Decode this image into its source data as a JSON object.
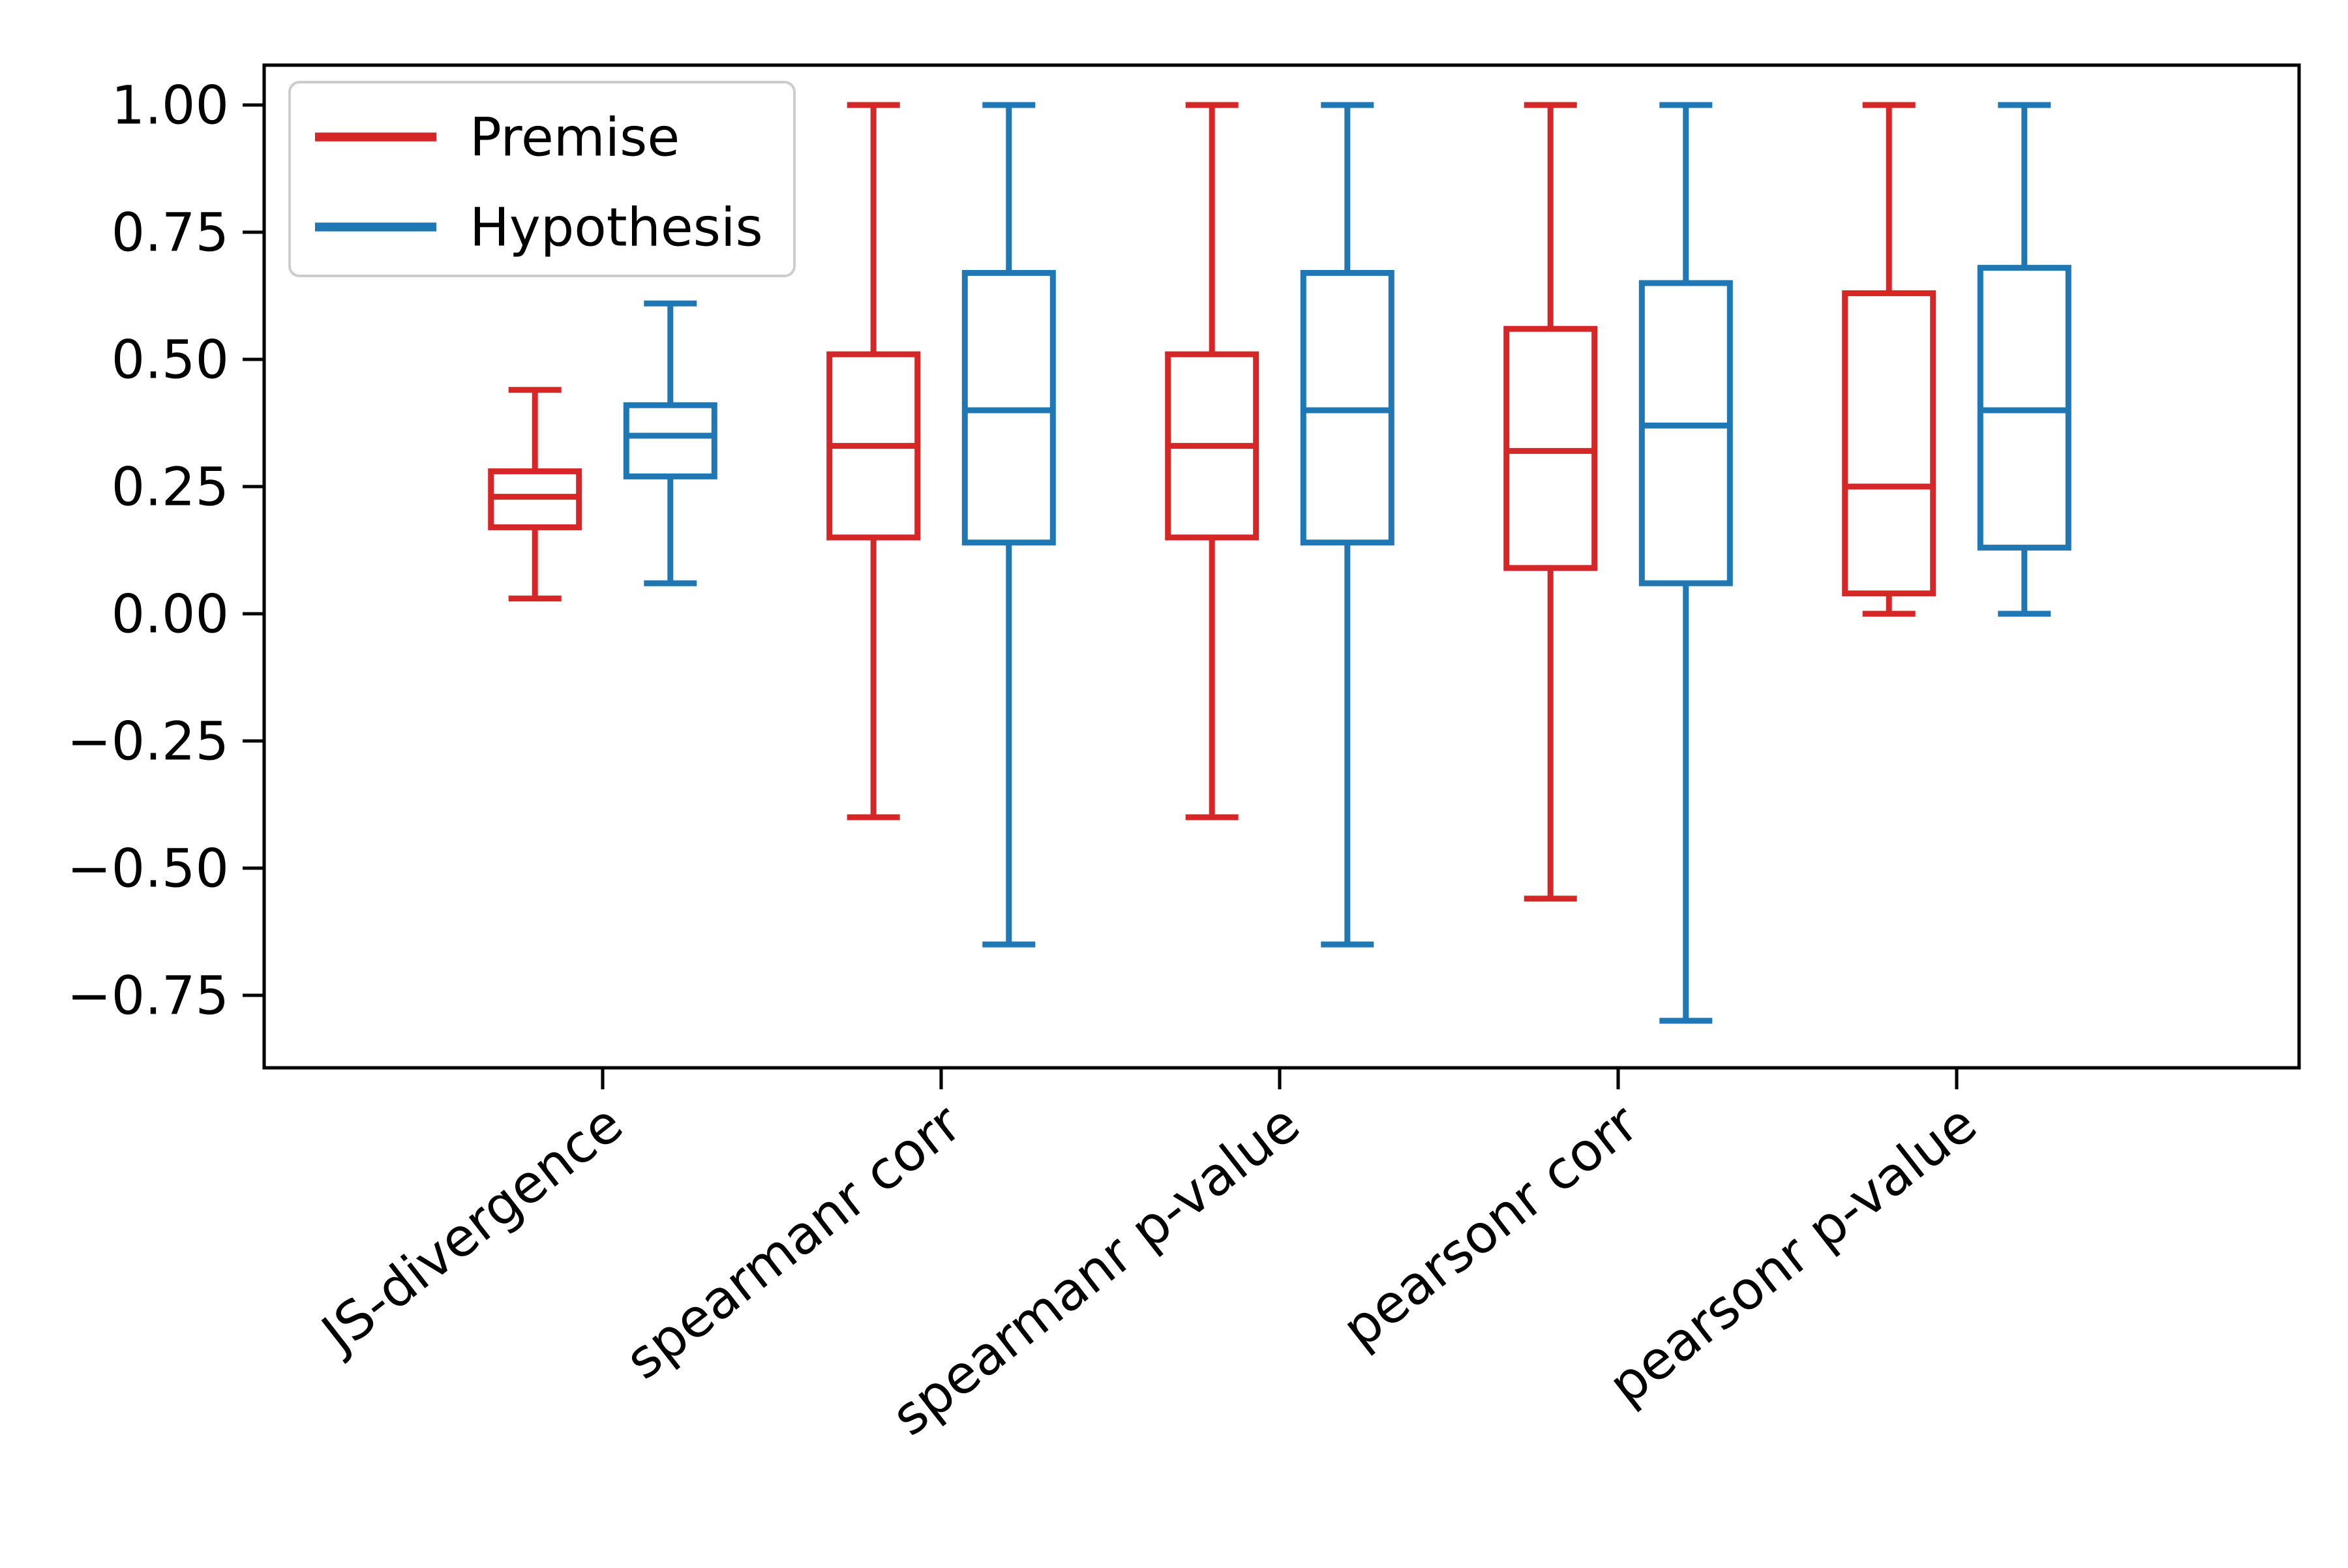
{
  "figure": {
    "background": "#ffffff",
    "axes_edge_color": "#000000"
  },
  "chart_data": {
    "type": "boxplot",
    "title": "",
    "xlabel": "",
    "ylabel": "",
    "grid": false,
    "categories": [
      "JS-divergence",
      "spearmanr corr",
      "spearmanr p-value",
      "pearsonr corr",
      "pearsonr p-value"
    ],
    "legend": {
      "position": "upper left",
      "entries": [
        {
          "label": "Premise",
          "color": "#d62728"
        },
        {
          "label": "Hypothesis",
          "color": "#1f77b4"
        }
      ]
    },
    "axes": {
      "ylim": [
        -0.89,
        1.08
      ],
      "yticks": [
        1.0,
        0.75,
        0.5,
        0.25,
        0.0,
        -0.25,
        -0.5,
        -0.75
      ],
      "ytick_labels": [
        "1.00",
        "0.75",
        "0.50",
        "0.25",
        "0.00",
        "−0.25",
        "−0.50",
        "−0.75"
      ]
    },
    "series": [
      {
        "name": "Premise",
        "color": "#d62728",
        "boxes": [
          {
            "category": "JS-divergence",
            "whislo": 0.03,
            "q1": 0.17,
            "med": 0.23,
            "q3": 0.28,
            "whishi": 0.44
          },
          {
            "category": "spearmanr corr",
            "whislo": -0.4,
            "q1": 0.15,
            "med": 0.33,
            "q3": 0.51,
            "whishi": 1.0
          },
          {
            "category": "spearmanr p-value",
            "whislo": -0.4,
            "q1": 0.15,
            "med": 0.33,
            "q3": 0.51,
            "whishi": 1.0
          },
          {
            "category": "pearsonr corr",
            "whislo": -0.56,
            "q1": 0.09,
            "med": 0.32,
            "q3": 0.56,
            "whishi": 1.0
          },
          {
            "category": "pearsonr p-value",
            "whislo": 0.0,
            "q1": 0.04,
            "med": 0.25,
            "q3": 0.63,
            "whishi": 1.0
          }
        ]
      },
      {
        "name": "Hypothesis",
        "color": "#1f77b4",
        "boxes": [
          {
            "category": "JS-divergence",
            "whislo": 0.06,
            "q1": 0.27,
            "med": 0.35,
            "q3": 0.41,
            "whishi": 0.61
          },
          {
            "category": "spearmanr corr",
            "whislo": -0.65,
            "q1": 0.14,
            "med": 0.4,
            "q3": 0.67,
            "whishi": 1.0
          },
          {
            "category": "spearmanr p-value",
            "whislo": -0.65,
            "q1": 0.14,
            "med": 0.4,
            "q3": 0.67,
            "whishi": 1.0
          },
          {
            "category": "pearsonr corr",
            "whislo": -0.8,
            "q1": 0.06,
            "med": 0.37,
            "q3": 0.65,
            "whishi": 1.0
          },
          {
            "category": "pearsonr p-value",
            "whislo": 0.0,
            "q1": 0.13,
            "med": 0.4,
            "q3": 0.68,
            "whishi": 1.0
          }
        ]
      }
    ]
  }
}
